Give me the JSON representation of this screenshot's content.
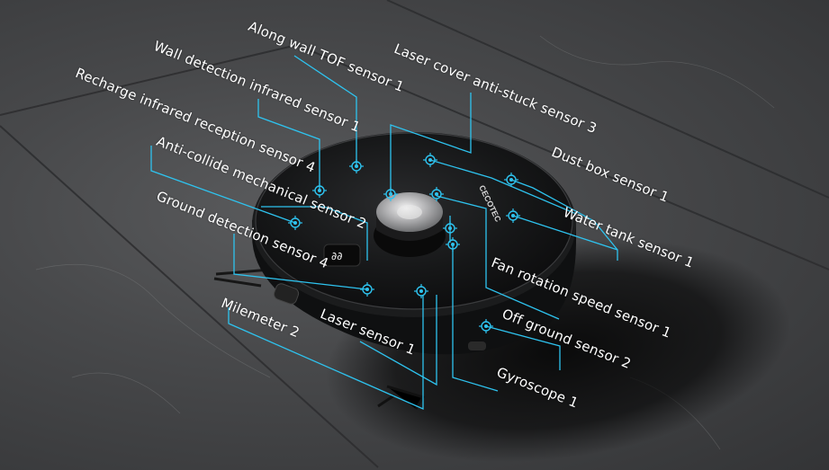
{
  "image": {
    "description_colors": {
      "floor": "#4a4b4d",
      "robot_body": "#151617",
      "callout_line": "#2ec3ef",
      "text": "#ffffff"
    }
  },
  "robot": {
    "brand_mark": "CECOTEC",
    "display_text": "∂∂"
  },
  "labels": [
    {
      "id": "along-wall-tof",
      "text": "Along wall TOF sensor 1"
    },
    {
      "id": "laser-cover",
      "text": "Laser cover anti-stuck sensor 3"
    },
    {
      "id": "wall-detection",
      "text": "Wall detection infrared sensor 1"
    },
    {
      "id": "recharge-ir",
      "text": "Recharge  infrared  reception  sensor  4"
    },
    {
      "id": "dust-box",
      "text": "Dust box sensor 1"
    },
    {
      "id": "anti-collide",
      "text": "Anti-collide mechanical sensor 2"
    },
    {
      "id": "water-tank",
      "text": "Water tank sensor 1"
    },
    {
      "id": "ground-detection",
      "text": "Ground detection sensor 4"
    },
    {
      "id": "fan-rotation",
      "text": "Fan rotation speed sensor 1"
    },
    {
      "id": "milemeter",
      "text": "Milemeter  2"
    },
    {
      "id": "laser-sensor",
      "text": "Laser sensor 1"
    },
    {
      "id": "off-ground",
      "text": "Off ground sensor 2"
    },
    {
      "id": "gyroscope",
      "text": "Gyroscope 1"
    }
  ]
}
